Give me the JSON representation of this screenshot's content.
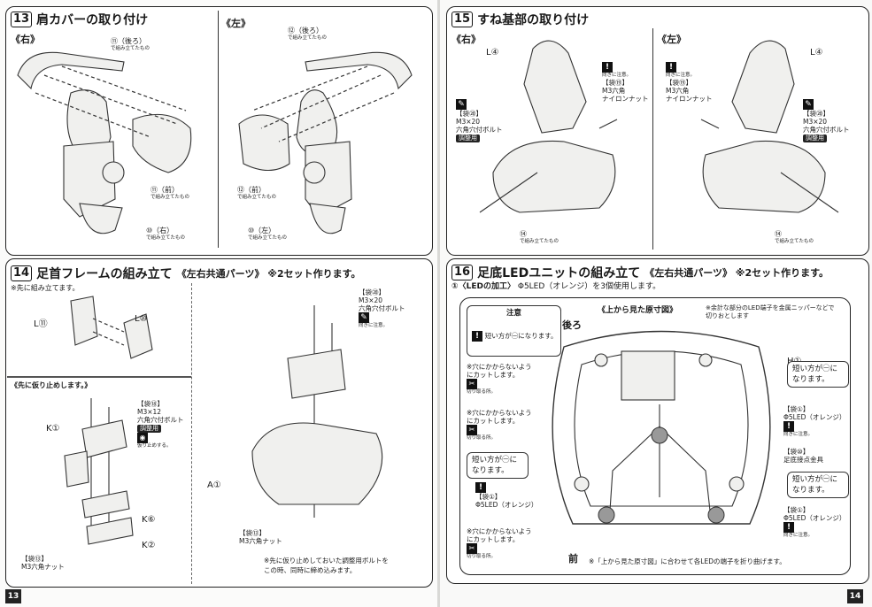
{
  "left_page": {
    "page_number": "13",
    "step13": {
      "num": "13",
      "title": "肩カバーの取り付け",
      "right_label": "《右》",
      "left_label": "《左》",
      "labels": [
        {
          "main": "⑪（後ろ）",
          "sub": "で組み立てたもの"
        },
        {
          "main": "⑪（前）",
          "sub": "で組み立てたもの"
        },
        {
          "main": "⑩（右）",
          "sub": "で組み立てたもの"
        },
        {
          "main": "⑫（後ろ）",
          "sub": "で組み立てたもの"
        },
        {
          "main": "⑫（前）",
          "sub": "で組み立てたもの"
        },
        {
          "main": "⑩（左）",
          "sub": "で組み立てたもの"
        }
      ]
    },
    "step14": {
      "num": "14",
      "title": "足首フレームの組み立て",
      "title_extra": "《左右共通パーツ》 ※2セット作ります。",
      "note_first": "※先に組み立てます。",
      "temp_fix": "《先に仮り止めします。》",
      "part_L11": "L⑪",
      "part_L10": "L⑩",
      "part_K1": "K①",
      "part_K6": "K⑥",
      "part_K2": "K②",
      "part_A1": "A①",
      "bag20": {
        "bag": "【袋⑳】",
        "spec1": "M3×20",
        "spec2": "六角穴付ボルト",
        "caption": "向きに注意。"
      },
      "bag18": {
        "bag": "【袋⑱】",
        "spec1": "M3×12",
        "spec2": "六角穴付ボルト",
        "tag": "調整用",
        "caption": "仮り止めする。"
      },
      "bag13_left": {
        "bag": "【袋⑬】",
        "spec": "M3六角ナット"
      },
      "bag13_center": {
        "bag": "【袋⑬】",
        "spec": "M3六角ナット"
      },
      "bottom_note_1": "※先に仮り止めしておいた調整用ボルトを",
      "bottom_note_2": "この時、同時に締め込みます。"
    }
  },
  "right_page": {
    "page_number": "14",
    "step15": {
      "num": "15",
      "title": "すね基部の取り付け",
      "right_label": "《右》",
      "left_label": "《左》",
      "part_L4": "L④",
      "part_14": "⑭",
      "sub_14": "で組み立てたもの",
      "bag19": {
        "bag": "【袋⑲】",
        "spec1": "M3六角",
        "spec2": "ナイロンナット",
        "caption": "向きに注意。"
      },
      "bag20": {
        "bag": "【袋⑳】",
        "spec1": "M3×20",
        "spec2": "六角穴付ボルト",
        "tag": "調整用"
      }
    },
    "step16": {
      "num": "16",
      "title": "足底LEDユニットの組み立て",
      "title_extra": "《左右共通パーツ》 ※2セット作ります。",
      "sub_step": "①〈LEDの加工〉",
      "sub_step_text": "Φ5LED（オレンジ）を3個使用します。",
      "caution_title": "注意",
      "caution_text": "短い方が㊀になります。",
      "diagram_title": "《上から見た原寸図》",
      "back_label": "後ろ",
      "front_label": "前",
      "note_cut": "※余計な部分のLED端子を金属ニッパーなどで切りおとします",
      "part_H1": "H①",
      "cut_note": "※穴にかからないようにカットします。",
      "cut_caption": "切り取る所。",
      "short_minus": "短い方が㊀になります。",
      "bag1": {
        "bag": "【袋①】",
        "spec": "Φ5LED（オレンジ）",
        "caption": "向きに注意。"
      },
      "bag10": {
        "bag": "【袋⑩】",
        "spec": "足底接点金具"
      },
      "bottom_note": "※「上から見た原寸図」に合わせて各LEDの端子を折り曲げます。"
    }
  }
}
